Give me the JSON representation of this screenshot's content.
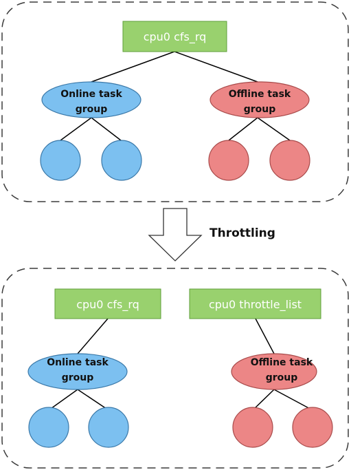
{
  "colors": {
    "box_fill": "#99D16E",
    "box_stroke": "#5E9E3A",
    "online_fill": "#7CC0F0",
    "online_stroke": "#3A78A8",
    "offline_fill": "#EC8686",
    "offline_stroke": "#A84A4A",
    "line": "#000000",
    "dash_border": "#3A3A3A"
  },
  "top": {
    "cfs_rq_label": "cpu0 cfs_rq",
    "online_group": {
      "line1": "Online task",
      "line2": "group"
    },
    "offline_group": {
      "line1": "Offline task",
      "line2": "group"
    }
  },
  "transition": {
    "label": "Throttling"
  },
  "bottom": {
    "cfs_rq_label": "cpu0 cfs_rq",
    "throttle_list_label": "cpu0 throttle_list",
    "online_group": {
      "line1": "Online task",
      "line2": "group"
    },
    "offline_group": {
      "line1": "Offline task",
      "line2": "group"
    }
  }
}
